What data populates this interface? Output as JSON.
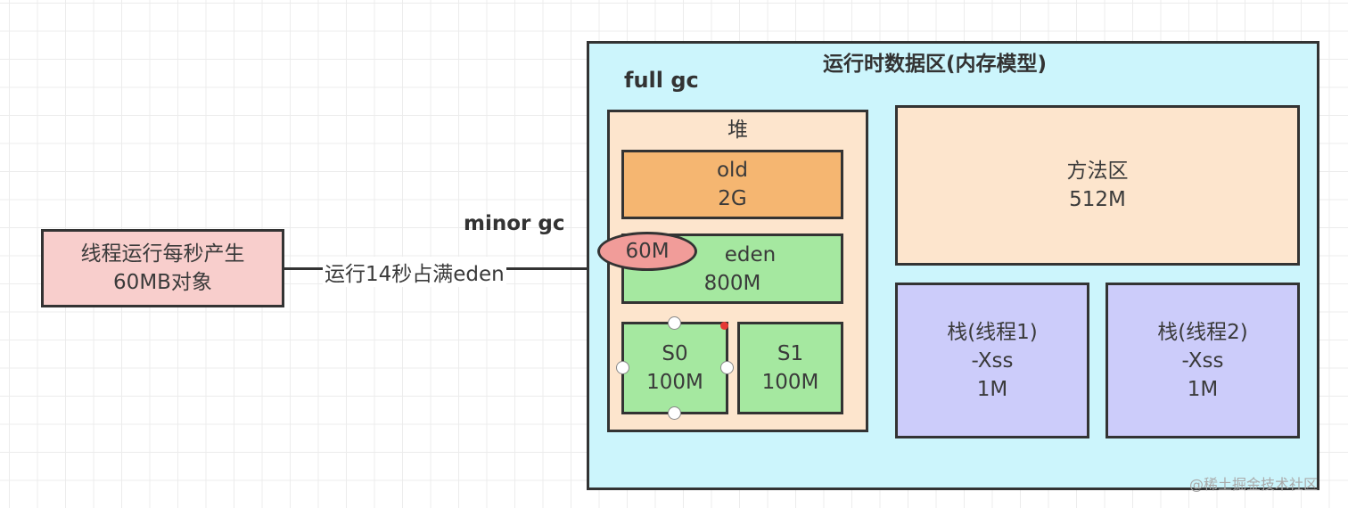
{
  "runtime_area": {
    "title": "运行时数据区(内存模型)",
    "full_gc_label": "full gc",
    "fill_color": "#ccf5fc"
  },
  "heap": {
    "title": "堆",
    "fill_color": "#fde5cd",
    "old": {
      "name": "old",
      "size": "2G",
      "fill_color": "#f5b671"
    },
    "eden": {
      "name": "eden",
      "size": "800M",
      "fill_color": "#a5e8a0"
    },
    "s0": {
      "name": "S0",
      "size": "100M",
      "fill_color": "#a5e8a0"
    },
    "s1": {
      "name": "S1",
      "size": "100M",
      "fill_color": "#a5e8a0"
    },
    "eden_marker": {
      "text": "60M",
      "fill_color": "#f19c99"
    }
  },
  "method_area": {
    "name": "方法区",
    "size": "512M",
    "fill_color": "#fde5cd"
  },
  "stacks": [
    {
      "name": "栈(线程1)",
      "flag": "-Xss",
      "size": "1M",
      "fill_color": "#ccccfa"
    },
    {
      "name": "栈(线程2)",
      "flag": "-Xss",
      "size": "1M",
      "fill_color": "#ccccfa"
    }
  ],
  "thread_box": {
    "line1": "线程运行每秒产生",
    "line2": "60MB对象",
    "fill_color": "#f8cecc"
  },
  "arrow": {
    "label": "运行14秒占满eden"
  },
  "minor_gc_label": "minor gc",
  "watermark": "@稀土掘金技术社区"
}
